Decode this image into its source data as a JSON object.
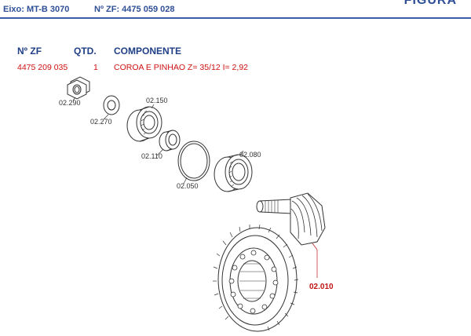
{
  "header": {
    "eixo": "Eixo: MT-B 3070",
    "zf": "Nº ZF: 4475 059 028",
    "corner": "FIGURA"
  },
  "table": {
    "headers": {
      "zf": "Nº ZF",
      "qtd": "QTD.",
      "componente": "COMPONENTE"
    },
    "row": {
      "zf": "4475 209 035",
      "qtd": "1",
      "componente": "COROA E PINHAO Z= 35/12 I= 2,92"
    }
  },
  "callouts": {
    "c02290": "02.290",
    "c02270": "02.270",
    "c02150": "02.150",
    "c02110": "02.110",
    "c02050": "02.050",
    "c02080": "02.080",
    "c02010": "02.010"
  },
  "colors": {
    "header_blue": "#2e4f96",
    "highlight_red": "#c21212"
  }
}
